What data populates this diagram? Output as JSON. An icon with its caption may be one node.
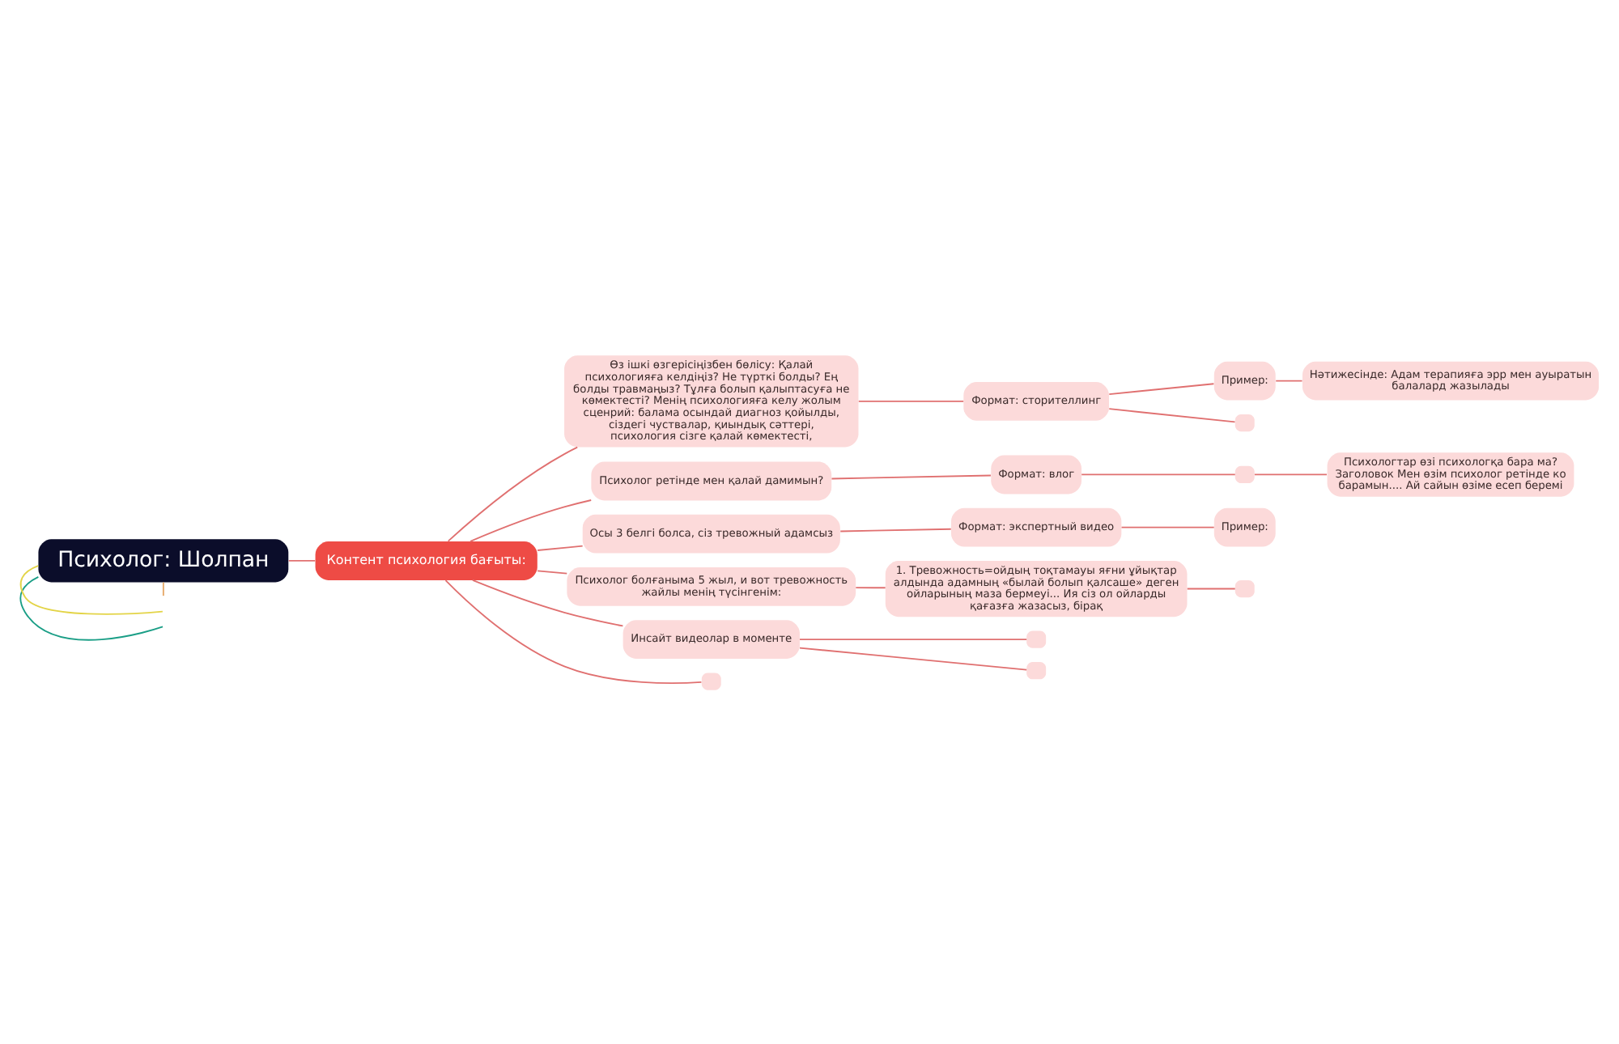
{
  "diagram": {
    "nodes": [
      {
        "text": [
          "Психолог: Шолпан"
        ]
      },
      {
        "text": [
          "Контент психология бағыты:"
        ]
      },
      {
        "text": [
          "Өз ішкі өзгерісіңізбен бөлісу: Қалай психологияға келдіңіз? Не түрткі болды? Ең болды травмаңыз? Тұлға болып қалыптасуға не көмектесті? Менің психологияға келу жолым сценрий: балама осындай диагноз қойылды, сіздегі чуствалар, қиындық сәттері, психология сізге қалай көмектесті,"
        ]
      },
      {
        "text": [
          "Формат: сторителлинг"
        ]
      },
      {
        "text": [
          "Пример:"
        ]
      },
      {
        "text": [
          "Нәтижесінде: Адам терапияға эрр мен ауыратын балалард жазылады"
        ]
      },
      {
        "text": [],
        "shape": "box"
      },
      {
        "text": [
          "Психолог ретінде мен қалай дамимын?"
        ]
      },
      {
        "text": [
          "Формат: влог"
        ]
      },
      {
        "text": [],
        "shape": "box"
      },
      {
        "text": [
          "Психологтар өзі психологқа бара ма? Заголовок Мен өзім психолог ретінде ко барамын.... Ай сайын өзіме есеп беремі"
        ]
      },
      {
        "text": [
          "Осы 3 белгі болса, сіз тревожный адамсыз"
        ]
      },
      {
        "text": [
          "Формат: экспертный видео"
        ]
      },
      {
        "text": [
          "Пример:"
        ]
      },
      {
        "text": [
          "Психолог болғаныма 5 жыл, и вот тревожность жайлы менің түсінгенім:"
        ]
      },
      {
        "text": [
          "1. Тревожность=ойдың тоқтамауы яғни ұйықтар алдында адамның «былай болып қалсаше» деген ойларының маза бермеуі... Ия сіз ол ойларды қағазға жазасыз, бірақ"
        ]
      },
      {
        "text": [],
        "shape": "box"
      },
      {
        "text": [
          "Инсайт видеолар в моменте"
        ]
      },
      {
        "text": [],
        "shape": "box"
      },
      {
        "text": [],
        "shape": "box"
      },
      {
        "text": [],
        "shape": "box"
      }
    ],
    "edges": [
      {
        "from": 0,
        "to": null,
        "arrow": "none",
        "color": "#1a9e86"
      },
      {
        "from": 0,
        "to": null,
        "arrow": "none",
        "color": "#e3d447"
      },
      {
        "from": 0,
        "to": null,
        "arrow": "none",
        "color": "#e6a868"
      },
      {
        "from": 0,
        "to": 1,
        "arrow": "none"
      },
      {
        "from": 1,
        "to": 2,
        "arrow": "none"
      },
      {
        "from": 2,
        "to": 3,
        "arrow": "none"
      },
      {
        "from": 3,
        "to": 4,
        "arrow": "none"
      },
      {
        "from": 4,
        "to": 5,
        "arrow": "none"
      },
      {
        "from": 3,
        "to": 6,
        "arrow": "none"
      },
      {
        "from": 1,
        "to": 7,
        "arrow": "none"
      },
      {
        "from": 7,
        "to": 8,
        "arrow": "none"
      },
      {
        "from": 8,
        "to": 9,
        "arrow": "none"
      },
      {
        "from": 9,
        "to": 10,
        "arrow": "none"
      },
      {
        "from": 1,
        "to": 11,
        "arrow": "none"
      },
      {
        "from": 11,
        "to": 12,
        "arrow": "none"
      },
      {
        "from": 12,
        "to": 13,
        "arrow": "none"
      },
      {
        "from": 1,
        "to": 14,
        "arrow": "none"
      },
      {
        "from": 14,
        "to": 15,
        "arrow": "none"
      },
      {
        "from": 15,
        "to": 16,
        "arrow": "none"
      },
      {
        "from": 1,
        "to": 17,
        "arrow": "none"
      },
      {
        "from": 17,
        "to": 18,
        "arrow": "none"
      },
      {
        "from": 17,
        "to": 19,
        "arrow": "none"
      },
      {
        "from": 1,
        "to": 20,
        "arrow": "none"
      }
    ]
  }
}
